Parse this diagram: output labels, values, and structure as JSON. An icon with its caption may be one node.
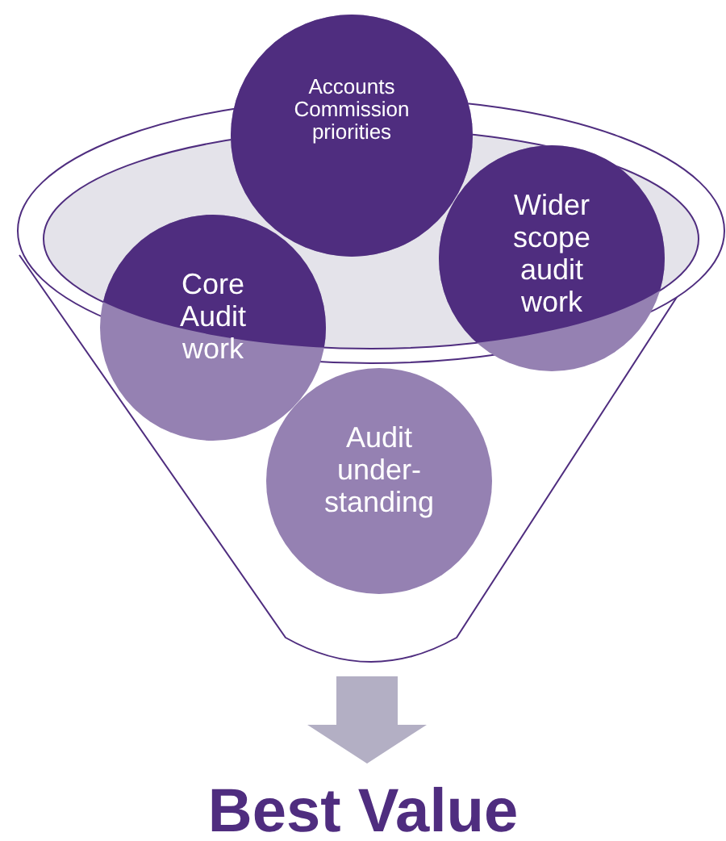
{
  "diagram": {
    "nodes": [
      {
        "text": [],
        "shape": "funnel"
      },
      {
        "text": [
          "Accounts Commission priorities"
        ]
      },
      {
        "text": [
          "Wider scope audit work"
        ],
        "in": 0
      },
      {
        "text": [
          "Core Audit work"
        ],
        "in": 0
      },
      {
        "text": [
          "Audit under- standing"
        ],
        "in": 0
      },
      {
        "text": [
          "Best Value"
        ]
      }
    ],
    "edges": [
      {
        "from": 0,
        "to": 5,
        "arrow": "to"
      }
    ]
  }
}
